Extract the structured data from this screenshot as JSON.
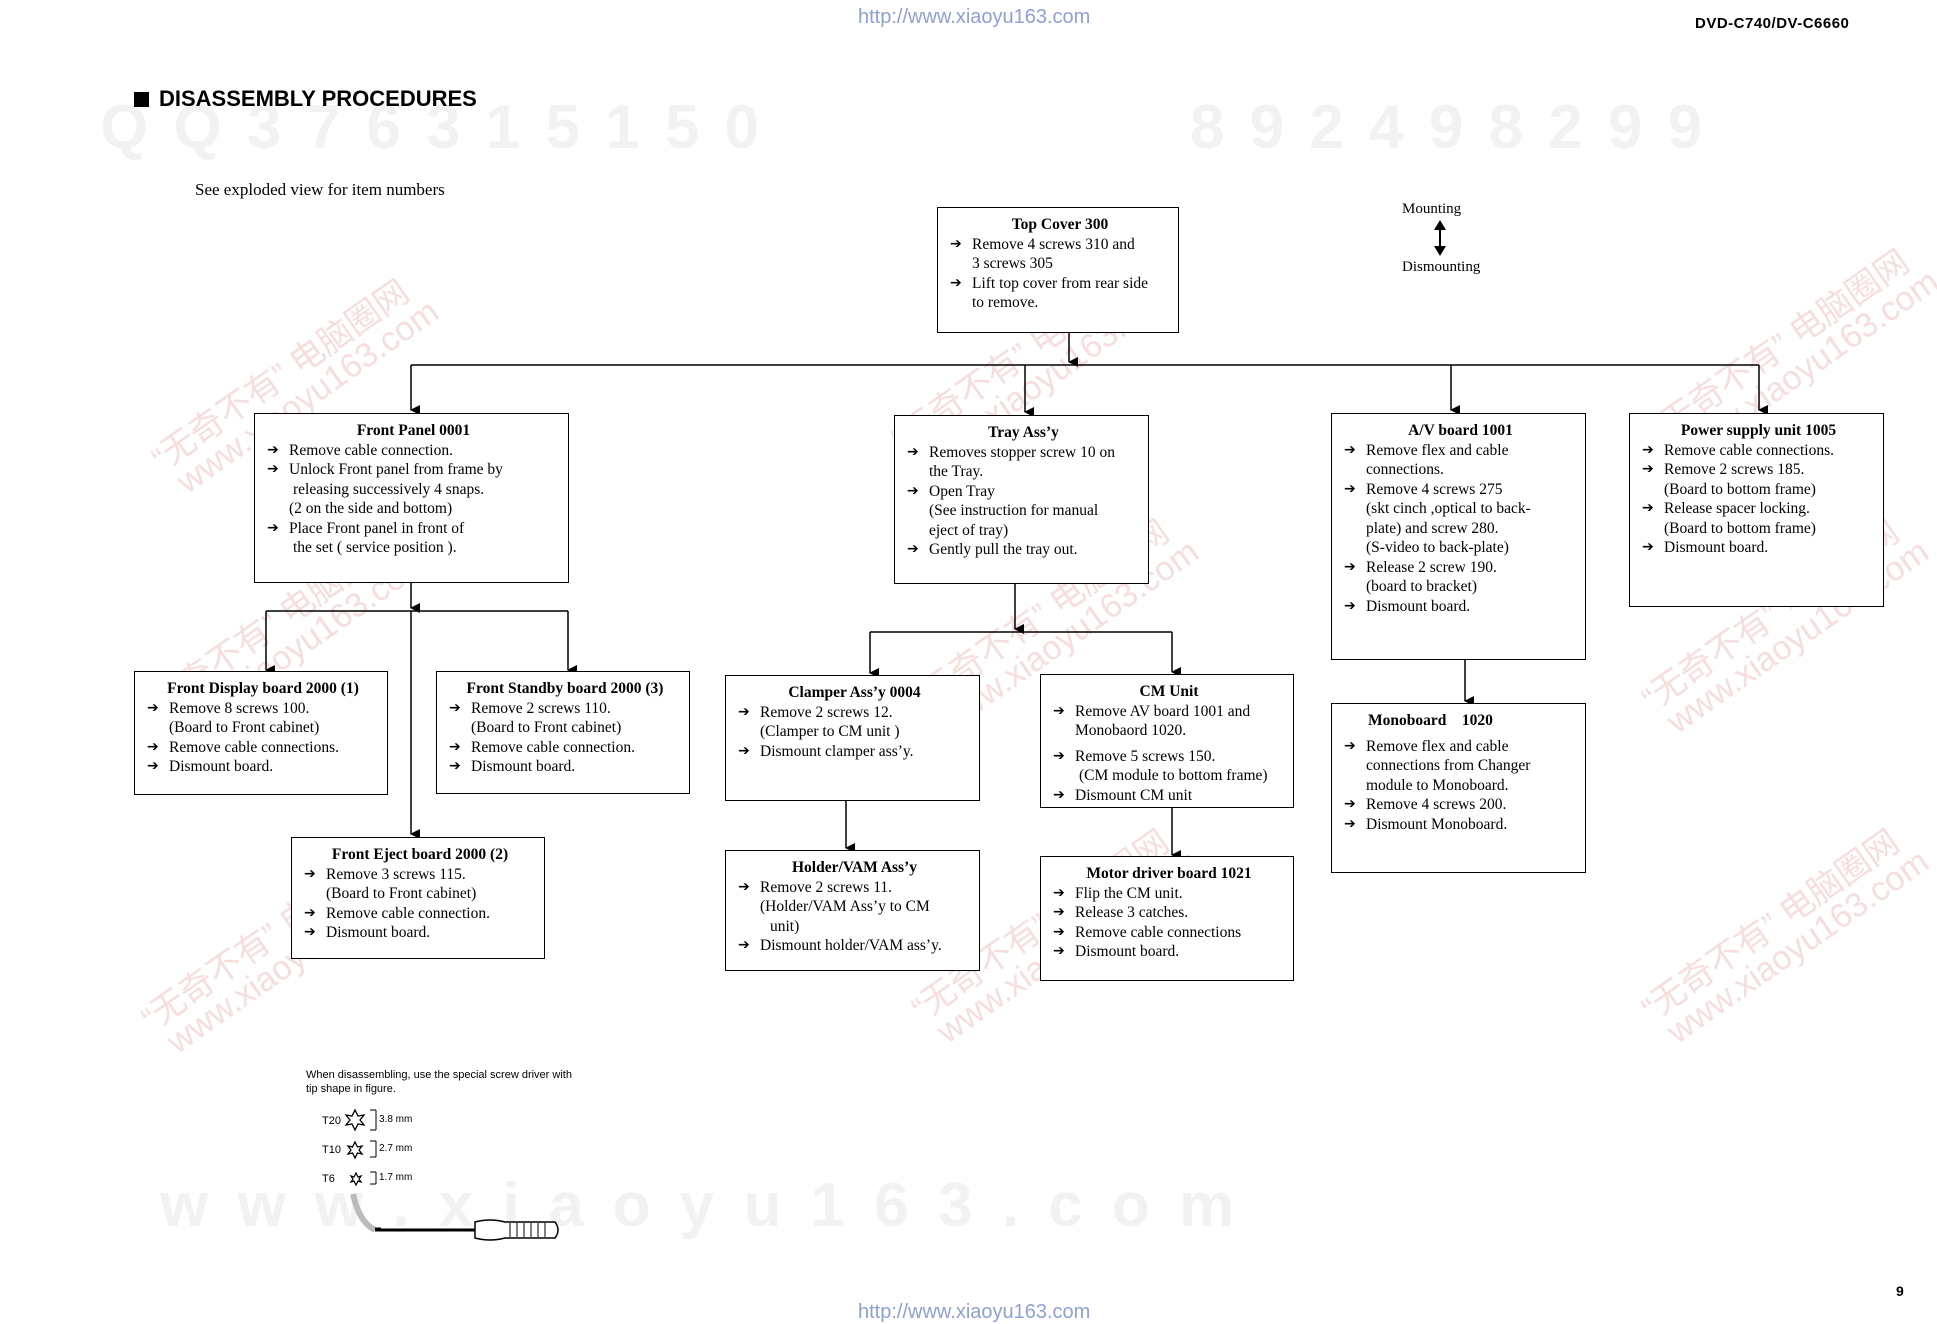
{
  "header": {
    "url": "http://www.xiaoyu163.com",
    "model": "DVD-C740/DV-C6660",
    "footer_url": "http://www.xiaoyu163.com",
    "page_number": "9"
  },
  "section_title": "DISASSEMBLY PROCEDURES",
  "note": "See exploded view for item numbers",
  "legend": {
    "mounting": "Mounting",
    "dismounting": "Dismounting"
  },
  "watermarks": {
    "row1_left": "Q Q   3 7 6 3 1 5 1 5 0",
    "row1_right": "8 9 2 4 9 8 2 9 9",
    "bottom": "w w w . x i a o y u 1 6 3 . c o m",
    "diag_cn": "“无奇不有” 电脑圈网",
    "diag_url": "www.xiaoyu163.com"
  },
  "boxes": {
    "top_cover": {
      "title": "Top Cover 300",
      "lines": [
        "Remove 4 screws 310 and",
        "3 screws 305",
        "Lift top cover from rear side",
        "to remove."
      ]
    },
    "front_panel": {
      "title": "Front Panel  0001",
      "lines": [
        "Remove cable connection.",
        "Unlock Front panel from frame by",
        "releasing successively 4 snaps.",
        "(2 on the side and bottom)",
        "Place Front panel in front of",
        "the set ( service position )."
      ]
    },
    "tray": {
      "title": "Tray Ass’y",
      "lines": [
        "Removes stopper screw 10 on",
        "the Tray.",
        "Open Tray",
        "(See instruction for manual",
        "eject of tray)",
        "Gently pull the tray out."
      ]
    },
    "av_board": {
      "title": "A/V board 1001",
      "lines": [
        "Remove flex and cable",
        "connections.",
        "Remove 4 screws 275",
        "(skt cinch ,optical to back-",
        "plate) and screw 280.",
        "(S-video to back-plate)",
        "Release 2 screw 190.",
        "(board to bracket)",
        "Dismount board."
      ]
    },
    "power_supply": {
      "title": "Power supply unit 1005",
      "lines": [
        "Remove cable connections.",
        "Remove 2 screws 185.",
        "(Board to bottom frame)",
        "Release spacer locking.",
        "(Board to bottom frame)",
        "Dismount board."
      ]
    },
    "front_display": {
      "title": "Front Display board 2000 (1)",
      "lines": [
        "Remove 8 screws 100.",
        "(Board to Front cabinet)",
        "Remove cable connections.",
        "Dismount board."
      ]
    },
    "front_standby": {
      "title": "Front Standby board 2000 (3)",
      "lines": [
        "Remove 2 screws 110.",
        "(Board to Front cabinet)",
        "Remove cable connection.",
        "Dismount board."
      ]
    },
    "front_eject": {
      "title": "Front Eject board 2000 (2)",
      "lines": [
        "Remove 3 screws 115.",
        "(Board to Front cabinet)",
        "Remove cable connection.",
        "Dismount board."
      ]
    },
    "clamper": {
      "title": "Clamper Ass’y 0004",
      "lines": [
        "Remove 2 screws 12.",
        "(Clamper to CM unit )",
        "Dismount clamper ass’y."
      ]
    },
    "holder": {
      "title": "Holder/VAM Ass’y",
      "lines": [
        "Remove 2 screws 11.",
        "(Holder/VAM Ass’y to CM",
        "unit)",
        "Dismount holder/VAM ass’y."
      ]
    },
    "cm_unit": {
      "title": "CM Unit",
      "lines": [
        "Remove AV board 1001 and",
        "Monobaord 1020.",
        "Remove 5 screws 150.",
        "(CM module to bottom frame)",
        "Dismount CM unit"
      ]
    },
    "motor_driver": {
      "title": "Motor driver board 1021",
      "lines": [
        "Flip the CM unit.",
        "Release 3 catches.",
        "Remove cable connections",
        "Dismount board."
      ]
    },
    "monoboard": {
      "title": "Monoboard    1020",
      "lines": [
        "Remove flex and cable",
        "connections from Changer",
        "module to Monoboard.",
        "Remove 4 screws 200.",
        "Dismount Monoboard."
      ]
    }
  },
  "tool": {
    "note_line1": "When disassembling, use the special screw driver with",
    "note_line2": "tip shape in figure.",
    "bits": [
      {
        "label": "T20",
        "size": "3.8 mm"
      },
      {
        "label": "T10",
        "size": "2.7 mm"
      },
      {
        "label": "T6",
        "size": "1.7 mm"
      }
    ]
  }
}
